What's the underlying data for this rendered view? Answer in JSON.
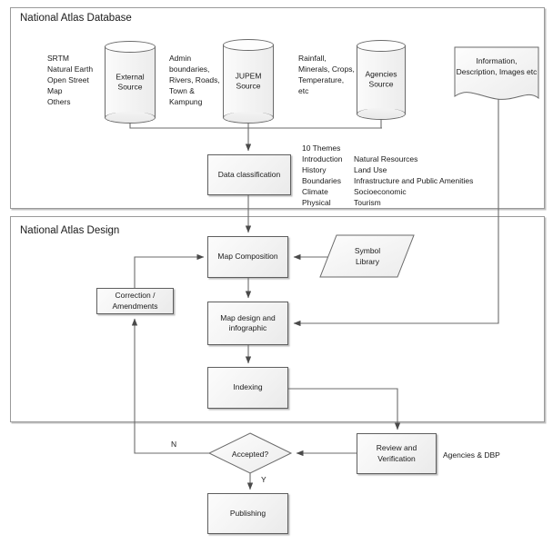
{
  "diagram": {
    "type": "flowchart",
    "title_visible": false,
    "sections": [
      {
        "id": "database",
        "title": "National Atlas Database"
      },
      {
        "id": "design",
        "title": "National Atlas Design"
      }
    ],
    "nodes": {
      "external_source": {
        "label": "External\nSource",
        "shape": "cylinder"
      },
      "jupem_source": {
        "label": "JUPEM\nSource",
        "shape": "cylinder"
      },
      "agencies_source": {
        "label": "Agencies\nSource",
        "shape": "cylinder"
      },
      "information_doc": {
        "label": "Information, Description, Images etc",
        "shape": "document"
      },
      "data_classification": {
        "label": "Data classification",
        "shape": "process"
      },
      "map_composition": {
        "label": "Map Composition",
        "shape": "process"
      },
      "symbol_library": {
        "label": "Symbol\nLibrary",
        "shape": "parallelogram"
      },
      "correction": {
        "label": "Correction /\nAmendments",
        "shape": "process"
      },
      "map_design": {
        "label": "Map design and\ninfographic",
        "shape": "process"
      },
      "indexing": {
        "label": "Indexing",
        "shape": "process"
      },
      "accepted": {
        "label": "Accepted?",
        "shape": "decision"
      },
      "review": {
        "label": "Review and\nVerification",
        "shape": "process"
      },
      "publishing": {
        "label": "Publishing",
        "shape": "process"
      }
    },
    "annotations": {
      "external_sources_list": "SRTM\nNatural Earth\nOpen Street\nMap\nOthers",
      "jupem_list": "Admin\nboundaries,\nRivers, Roads,\nTown &\nKampung",
      "agencies_list": "Rainfall,\nMinerals, Crops,\nTemperature,\netc",
      "themes_heading": "10 Themes",
      "themes_col1": "Introduction\nHistory\nBoundaries\nClimate\nPhysical",
      "themes_col2": "Natural Resources\nLand Use\nInfrastructure and Public Amenities\nSocioeconomic\nTourism",
      "agencies_dbp": "Agencies & DBP"
    },
    "edge_labels": {
      "no": "N",
      "yes": "Y"
    },
    "colors": {
      "node_border": "#5f5f5f",
      "node_fill": "#f4f4f4",
      "section_border": "#9a9a9a",
      "connector": "#6b6b6b",
      "text": "#1a1a1a",
      "page_background": "#ffffff"
    }
  }
}
